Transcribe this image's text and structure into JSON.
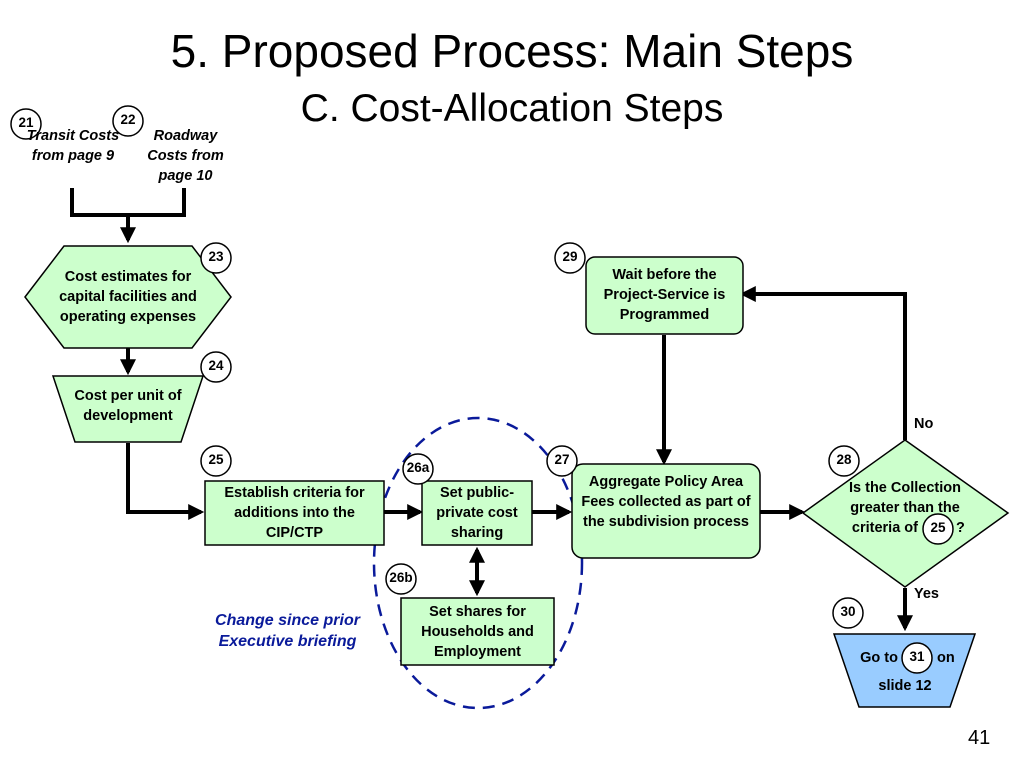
{
  "title": "5. Proposed Process: Main Steps",
  "subtitle": "C. Cost-Allocation Steps",
  "badges": {
    "b21": "21",
    "b22": "22",
    "b23": "23",
    "b24": "24",
    "b25": "25",
    "b26a": "26a",
    "b26b": "26b",
    "b27": "27",
    "b28": "28",
    "b29": "29",
    "b30": "30",
    "b31": "31",
    "b25_ref": "25"
  },
  "sources": {
    "transit": "Transit Costs from page 9",
    "roadway": "Roadway Costs from page 10"
  },
  "steps": {
    "cost_estimates": "Cost estimates for capital facilities and operating expenses",
    "cost_per_unit": "Cost per unit of development",
    "establish_criteria": "Establish criteria for additions into the CIP/CTP",
    "set_public_private": "Set public-private cost sharing",
    "set_shares": "Set shares for Households and Employment",
    "aggregate_fees": "Aggregate Policy Area Fees collected as part of the subdivision process",
    "wait_before": "Wait before the Project-Service is Programmed",
    "decision_line1": "Is the Collection",
    "decision_line2": "greater than the",
    "decision_line3": "criteria of",
    "decision_qmark": "?",
    "go_to": "Go to",
    "go_on": "on",
    "go_slide": "slide 12"
  },
  "labels": {
    "no": "No",
    "yes": "Yes"
  },
  "note": "Change since prior Executive briefing",
  "page_number": "41",
  "colors": {
    "box_fill": "#ccffcc",
    "terminal_fill": "#99ccff",
    "note_color": "#0a1a9a",
    "ellipse_stroke": "#0a1a9a"
  }
}
